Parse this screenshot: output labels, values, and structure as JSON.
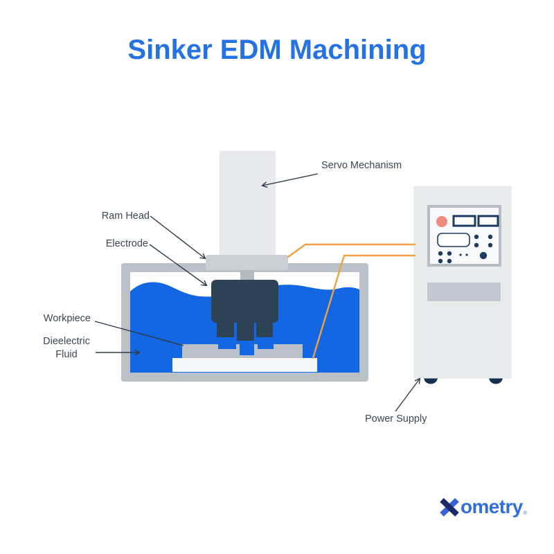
{
  "title": {
    "text": "Sinker EDM Machining"
  },
  "diagram": {
    "labels": {
      "servo_mechanism": "Servo Mechanism",
      "ram_head": "Ram Head",
      "electrode": "Electrode",
      "workpiece": "Workpiece",
      "dielectric_fluid": "Dieelectric Fluid",
      "power_supply": "Power Supply"
    },
    "colors": {
      "title_blue": "#2472e4",
      "fluid_blue": "#1467e2",
      "electrode_navy": "#2d4254",
      "wire_orange": "#f0a144",
      "metal_gray": "#b9c0c7",
      "machine_light_gray": "#e8eaed",
      "ram_head_gray": "#cad0d6",
      "panel_navy": "#1d3a5f",
      "panel_salmon": "#ee8d7c",
      "wheel_navy": "#14304d",
      "label_text": "#3d4653"
    }
  },
  "logo": {
    "wordmark": "ometry",
    "reg": "®"
  }
}
